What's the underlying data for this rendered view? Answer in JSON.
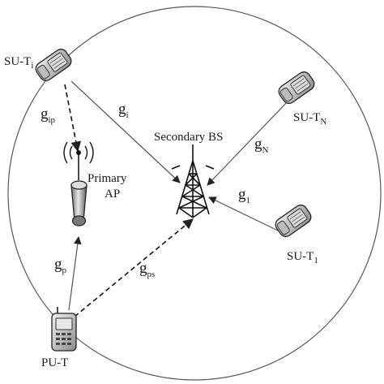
{
  "nodes": {
    "su_ti": {
      "label": "SU-T",
      "sub": "i"
    },
    "su_tn": {
      "label": "SU-T",
      "sub": "N"
    },
    "su_t1": {
      "label": "SU-T",
      "sub": "1"
    },
    "pu_t": {
      "label": "PU-T"
    },
    "sbs": {
      "label": "Secondary BS"
    },
    "pap": {
      "line1": "Primary",
      "line2": "AP"
    }
  },
  "links": {
    "g_ip": {
      "base": "g",
      "sub": "ip",
      "style": "dashed"
    },
    "g_i": {
      "base": "g",
      "sub": "i",
      "style": "solid"
    },
    "g_n": {
      "base": "g",
      "sub": "N",
      "style": "solid"
    },
    "g_1": {
      "base": "g",
      "sub": "1",
      "style": "solid"
    },
    "g_p": {
      "base": "g",
      "sub": "p",
      "style": "solid"
    },
    "g_ps": {
      "base": "g",
      "sub": "ps",
      "style": "dashed"
    }
  }
}
